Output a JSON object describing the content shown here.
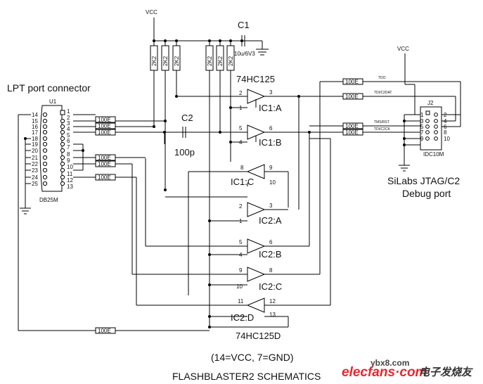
{
  "labels": {
    "vcc": "VCC",
    "lpt_title": "LPT port connector",
    "ic1_part": "74HC125",
    "ic2_part": "74HC125D",
    "jtag_title_1": "SiLabs JTAG/C2",
    "jtag_title_2": "Debug port",
    "power_note": "(14=VCC, 7=GND)",
    "title": "FLASHBLASTER2 SCHEMATICS"
  },
  "capacitors": {
    "c1_ref": "C1",
    "c1_value": "10u/6V3",
    "c2_ref": "C2",
    "c2_value": "100p"
  },
  "resistors": {
    "pullup_value": "2K2",
    "series_value": "100E"
  },
  "buffers": [
    {
      "name": "IC1:A",
      "pin_in": "2",
      "pin_out": "3",
      "pin_en": "1"
    },
    {
      "name": "IC1:B",
      "pin_in": "5",
      "pin_out": "6",
      "pin_en": "4"
    },
    {
      "name": "IC1:C",
      "pin_in": "9",
      "pin_out": "8",
      "pin_en": "10"
    },
    {
      "name": "IC2:A",
      "pin_in": "2",
      "pin_out": "3",
      "pin_en": "1"
    },
    {
      "name": "IC2:B",
      "pin_in": "5",
      "pin_out": "6",
      "pin_en": "4"
    },
    {
      "name": "IC2:C",
      "pin_in": "9",
      "pin_out": "8",
      "pin_en": "10"
    },
    {
      "name": "IC2:D",
      "pin_in": "11",
      "pin_out": "12",
      "pin_en": "13"
    }
  ],
  "db25": {
    "ref": "U1",
    "part": "DB25M",
    "right_pins": [
      "1",
      "2",
      "3",
      "4",
      "5",
      "6",
      "7",
      "8",
      "9",
      "10",
      "11",
      "12",
      "13"
    ],
    "left_pins": [
      "14",
      "15",
      "16",
      "17",
      "18",
      "19",
      "20",
      "21",
      "22",
      "23",
      "24",
      "25"
    ]
  },
  "j2": {
    "ref": "J2",
    "part": "IDC10M",
    "left_pins": [
      "1",
      "3",
      "5",
      "7",
      "9"
    ],
    "right_pins": [
      "2",
      "4",
      "6",
      "8",
      "10"
    ]
  },
  "signals": {
    "tdo": "TDO",
    "tdi": "TDI/C2DAT",
    "tms": "TMS/RST",
    "tck": "TDI/C2CK"
  },
  "watermark": {
    "url": "ybx8.com",
    "brand": "elecfans·com",
    "cn": "电子发烧友"
  }
}
